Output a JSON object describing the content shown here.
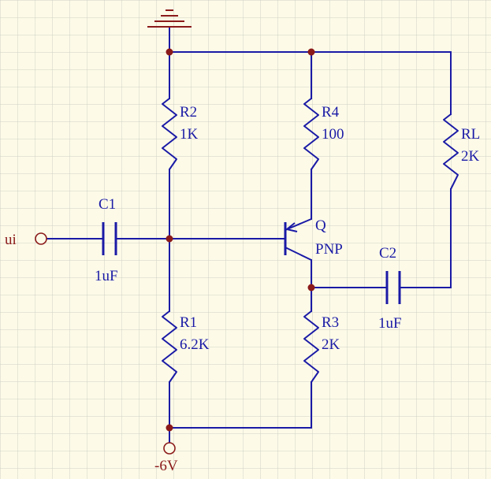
{
  "colors": {
    "background": "#fdfbe8",
    "grid": "#cfcfc4",
    "wire": "#1a1aa6",
    "node": "#8b1a1a",
    "label_blue": "#1a1aa6",
    "label_red": "#8b1a1a"
  },
  "input": {
    "label": "ui"
  },
  "supply": {
    "label": "-6V"
  },
  "components": {
    "C1": {
      "name": "C1",
      "value": "1uF"
    },
    "C2": {
      "name": "C2",
      "value": "1uF"
    },
    "R1": {
      "name": "R1",
      "value": "6.2K"
    },
    "R2": {
      "name": "R2",
      "value": "1K"
    },
    "R3": {
      "name": "R3",
      "value": "2K"
    },
    "R4": {
      "name": "R4",
      "value": "100"
    },
    "RL": {
      "name": "RL",
      "value": "2K"
    },
    "Q": {
      "name": "Q",
      "type": "PNP"
    }
  }
}
